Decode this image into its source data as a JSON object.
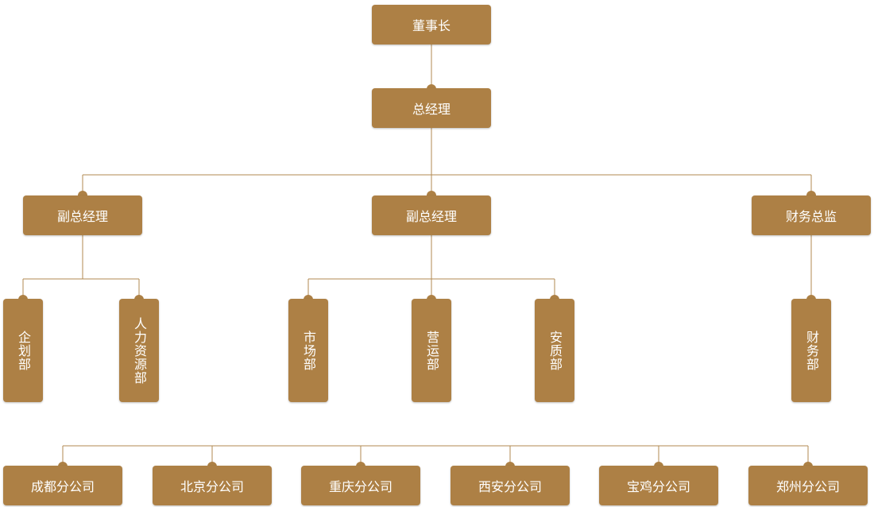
{
  "org": {
    "chairman": "董事长",
    "gm": "总经理",
    "vp_left": "副总经理",
    "vp_center": "副总经理",
    "cfo": "财务总监",
    "dept_planning": "企划部",
    "dept_hr": "人力资源部",
    "dept_market": "市场部",
    "dept_ops": "营运部",
    "dept_quality": "安质部",
    "dept_finance": "财务部",
    "branches": [
      "成都分公司",
      "北京分公司",
      "重庆分公司",
      "西安分公司",
      "宝鸡分公司",
      "郑州分公司"
    ]
  },
  "colors": {
    "box": "#ad8045",
    "line": "#b28a52",
    "text": "#ffffff"
  }
}
